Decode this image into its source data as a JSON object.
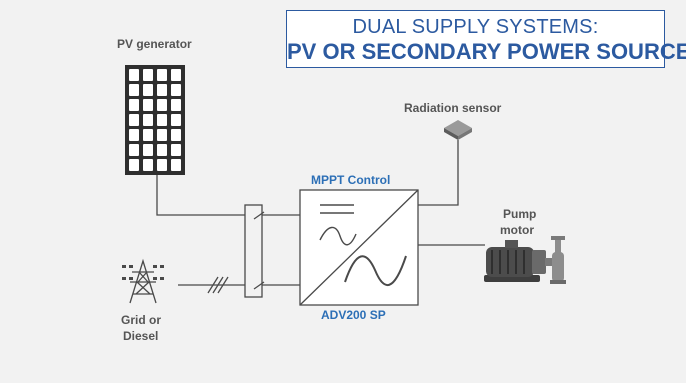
{
  "title": {
    "line1": "DUAL SUPPLY SYSTEMS:",
    "line2": "PV OR SECONDARY POWER SOURCE"
  },
  "labels": {
    "pv_generator": "PV generator",
    "radiation_sensor": "Radiation sensor",
    "mppt_control": "MPPT Control",
    "pump_motor_line1": "Pump",
    "pump_motor_line2": "motor",
    "grid_line1": "Grid or",
    "grid_line2": "Diesel",
    "drive": "ADV200 SP"
  },
  "colors": {
    "background": "#f2f2f2",
    "accent_blue": "#2c5aa0",
    "label_blue": "#2c6fb6",
    "label_gray": "#555555",
    "line": "#4a4a4a",
    "panel": "#3a3a3a"
  }
}
